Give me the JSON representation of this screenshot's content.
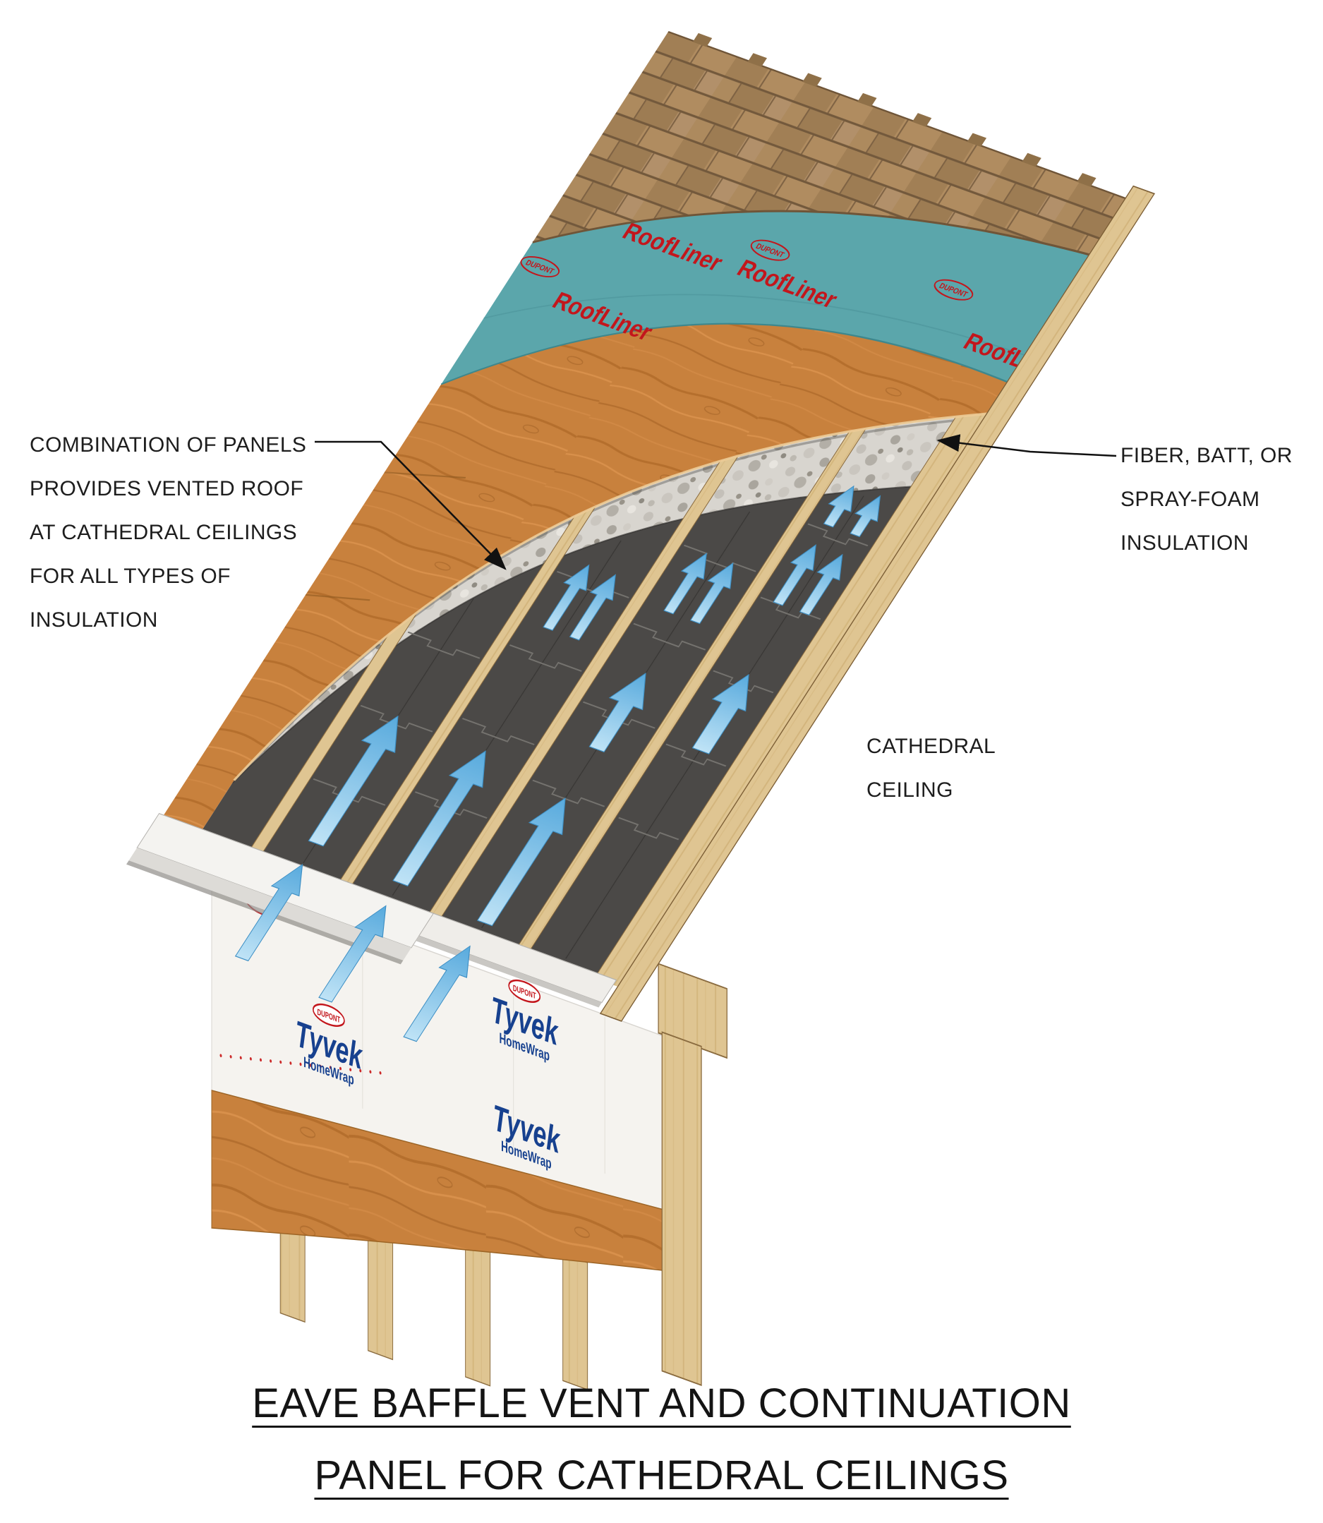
{
  "title": {
    "lines": [
      "EAVE BAFFLE VENT AND CONTINUATION",
      "PANEL FOR CATHEDRAL CEILINGS"
    ]
  },
  "annotations": {
    "combination": {
      "lines": [
        "COMBINATION OF PANELS",
        "PROVIDES VENTED ROOF",
        "AT CATHEDRAL CEILINGS",
        "FOR ALL TYPES OF",
        "INSULATION"
      ]
    },
    "insulation": {
      "lines": [
        "FIBER, BATT, OR",
        "SPRAY-FOAM",
        "INSULATION"
      ]
    },
    "cathedral_ceiling": {
      "lines": [
        "CATHEDRAL",
        "CEILING"
      ]
    }
  },
  "brands": {
    "dupont": "DUPONT",
    "roofliner": "RoofLiner",
    "tyvek": "Tyvek",
    "homewrap": "HomeWrap"
  },
  "colors": {
    "shingles": "#a8865c",
    "underlayment": "#5ba6ab",
    "plywood": "#c8813d",
    "baffle_panel": "#4b4947",
    "framing_wood": "#dfc592",
    "airflow": "#7fc1e8",
    "insulation": "#d6d3cf",
    "dupont_red": "#c3161c",
    "tyvek_blue": "#17418f",
    "annotation": "#111111"
  }
}
